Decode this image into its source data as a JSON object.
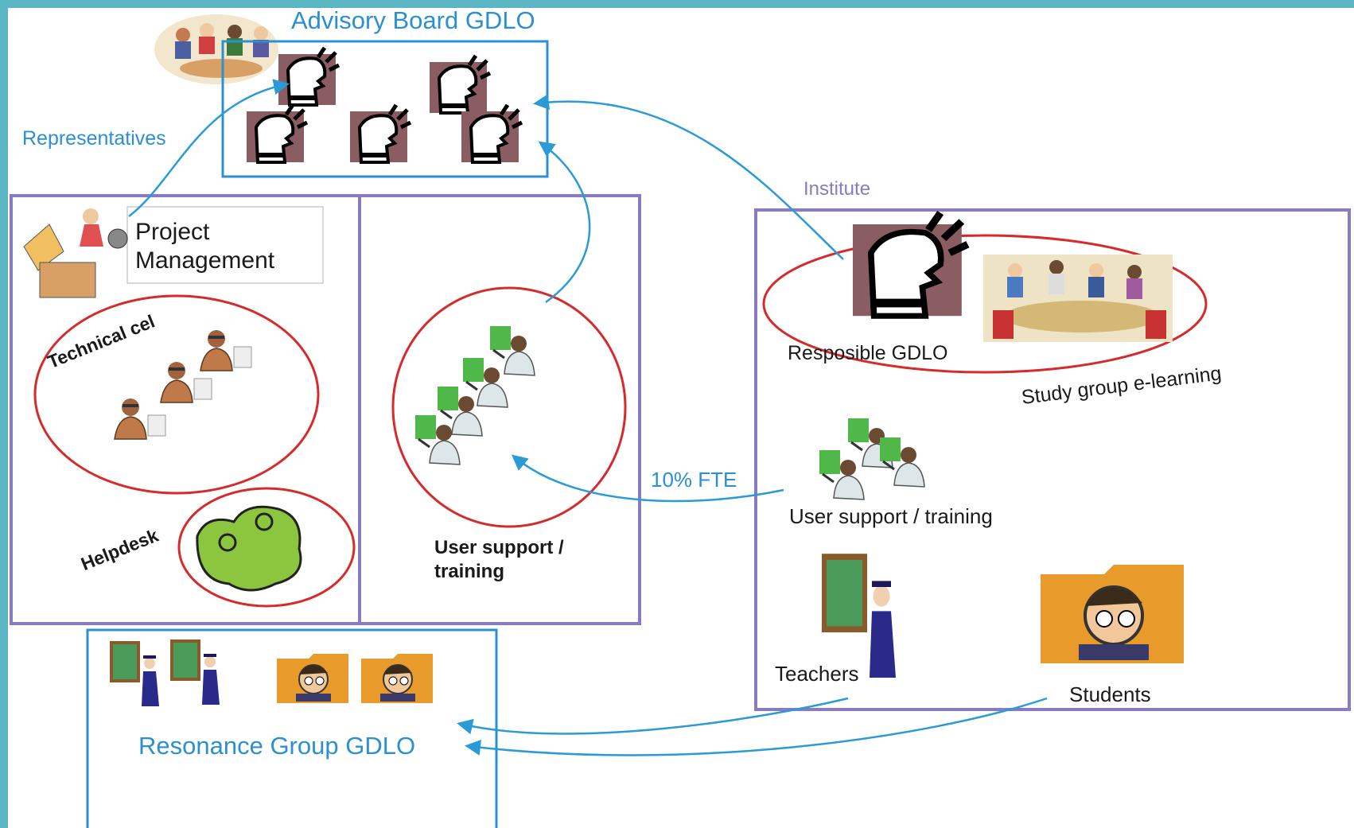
{
  "advisory_board": {
    "title": "Advisory Board GDLO",
    "representatives": "Representatives"
  },
  "project": {
    "management": "Project Management",
    "technical_cell": "Technical cel",
    "helpdesk": "Helpdesk",
    "user_support": "User support /\ntraining"
  },
  "institute": {
    "title": "Institute",
    "responsible": "Resposible GDLO",
    "study_group": "Study group e-learning",
    "user_support": "User support / training",
    "teachers": "Teachers",
    "students": "Students"
  },
  "fte": "10% FTE",
  "resonance_group": {
    "title": "Resonance Group GDLO"
  },
  "colors": {
    "teal_frame": "#5ab6c2",
    "blue_box": "#2b8fd0",
    "purple_box": "#8a7bc0",
    "red_ellipse": "#d62b2b",
    "arrow": "#2b9bd6"
  }
}
